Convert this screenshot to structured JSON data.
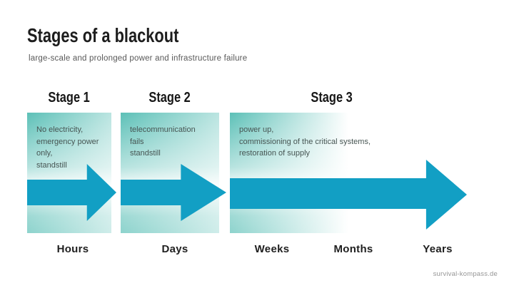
{
  "title": "Stages of a blackout",
  "subtitle": "large-scale and prolonged power and infrastructure failure",
  "stages": [
    {
      "label": "Stage 1",
      "description_lines": [
        "No electricity,",
        "emergency power",
        "only,",
        "standstill"
      ]
    },
    {
      "label": "Stage 2",
      "description_lines": [
        "telecommunication",
        "fails",
        "standstill"
      ]
    },
    {
      "label": "Stage 3",
      "description_lines": [
        "power up,",
        "commissioning of the critical systems,",
        "restoration of supply"
      ]
    }
  ],
  "timeline_labels": [
    "Hours",
    "Days",
    "Weeks",
    "Months",
    "Years"
  ],
  "watermark": "survival-kompass.de",
  "colors": {
    "arrow": "#129fc4",
    "box_teal": "#5cc0b7",
    "title_text": "#1d1d1d",
    "subtitle_text": "#585858",
    "box_text": "#475553",
    "timeline_text": "#1f1f1f",
    "watermark_text": "#969696"
  }
}
